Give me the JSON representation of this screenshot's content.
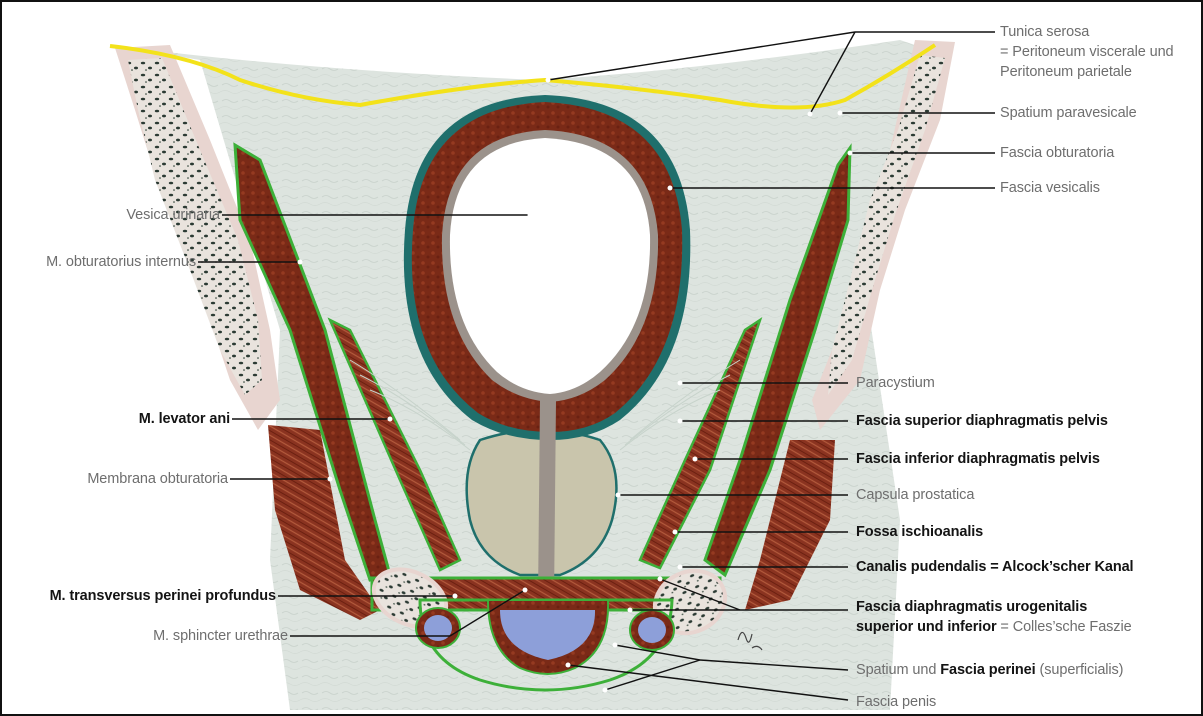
{
  "colors": {
    "tissue": "#dde4df",
    "bone_cortex": "#e8d5d0",
    "bone_speckle": "#2b3a33",
    "muscle": "#7a2a17",
    "muscle_light": "#9a4228",
    "fascia_green": "#3db039",
    "fascia_teal": "#1f6f6c",
    "serosa_yellow": "#f3e21a",
    "prostate": "#c9c5ac",
    "urethra_blue": "#8d9fd9",
    "bladder_wall": "#8d2d19",
    "leader": "#111111"
  },
  "labels_left": {
    "vesica": "Vesica urinaria",
    "obturatorius": "M. obturatorius internus",
    "levator": "M. levator ani",
    "membrana": "Membrana obturatoria",
    "transversus": "M. transversus perinei profundus",
    "sphincter": "M. sphincter urethrae"
  },
  "labels_right": {
    "serosa_1": "Tunica serosa",
    "serosa_2": "= Peritoneum viscerale und",
    "serosa_3": "Peritoneum parietale",
    "paravesicale": "Spatium paravesicale",
    "obturatoria": "Fascia obturatoria",
    "vesicalis": "Fascia vesicalis",
    "paracystium": "Paracystium",
    "sup_diaphragm": "Fascia superior diaphragmatis pelvis",
    "inf_diaphragm": "Fascia inferior diaphragmatis pelvis",
    "capsula": "Capsula prostatica",
    "fossa": "Fossa ischioanalis",
    "canalis": "Canalis pudendalis = Alcock’scher Kanal",
    "urogenitalis_1": "Fascia diaphragmatis urogenitalis",
    "urogenitalis_2_bold": "superior und inferior",
    "urogenitalis_2_rest": " = Colles’sche Faszie",
    "perinei_a": "Spatium und ",
    "perinei_b_bold": "Fascia perinei",
    "perinei_c": " (superficialis)",
    "penis": "Fascia penis"
  },
  "signature": "ML"
}
